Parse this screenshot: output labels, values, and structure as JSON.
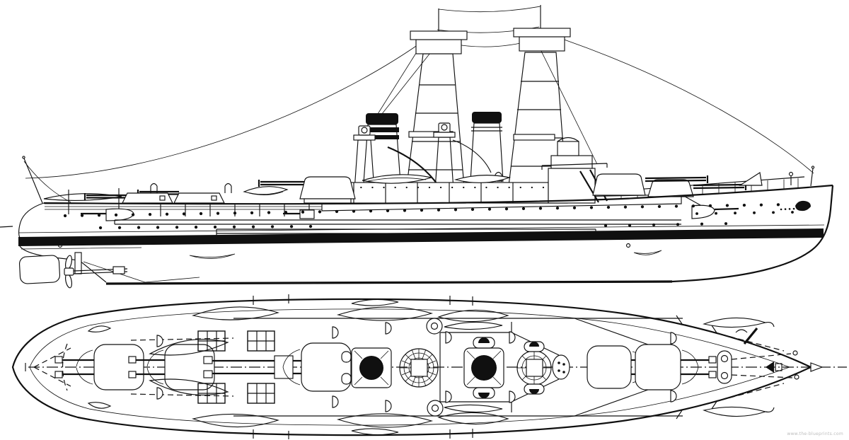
{
  "figure": {
    "type": "naval-warship-blueprint",
    "views": [
      "side-profile",
      "deck-plan"
    ]
  },
  "watermark": {
    "text": "www.the-blueprints.com"
  },
  "colors": {
    "ink": "#101010",
    "paper": "#ffffff",
    "watermark": "#bcbcbc"
  }
}
